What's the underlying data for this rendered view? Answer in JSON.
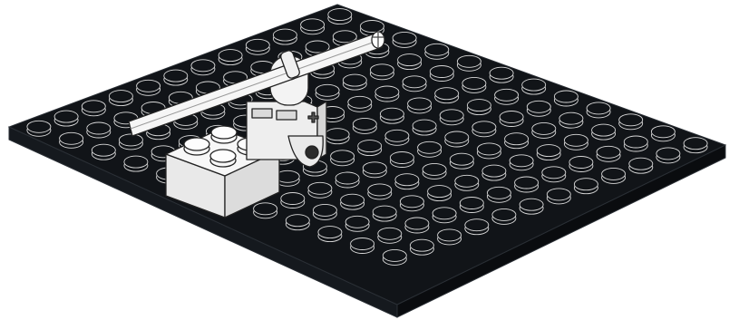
{
  "diagram": {
    "kind": "isometric-assembly-illustration",
    "parts": [
      {
        "name": "black-baseplate",
        "studs": "12 x 12 grid",
        "color": "#111418"
      },
      {
        "name": "white-2x2-brick",
        "studs": 4,
        "color": "#f4f4f4"
      },
      {
        "name": "white-technic-axle",
        "color": "#f4f4f4"
      },
      {
        "name": "white-technic-connector",
        "color": "#f4f4f4"
      }
    ],
    "colors": {
      "plate": "#111418",
      "stud_line": "#d9d9d9",
      "part_fill": "#f4f4f4",
      "part_line": "#222222",
      "background": "#ffffff"
    }
  }
}
